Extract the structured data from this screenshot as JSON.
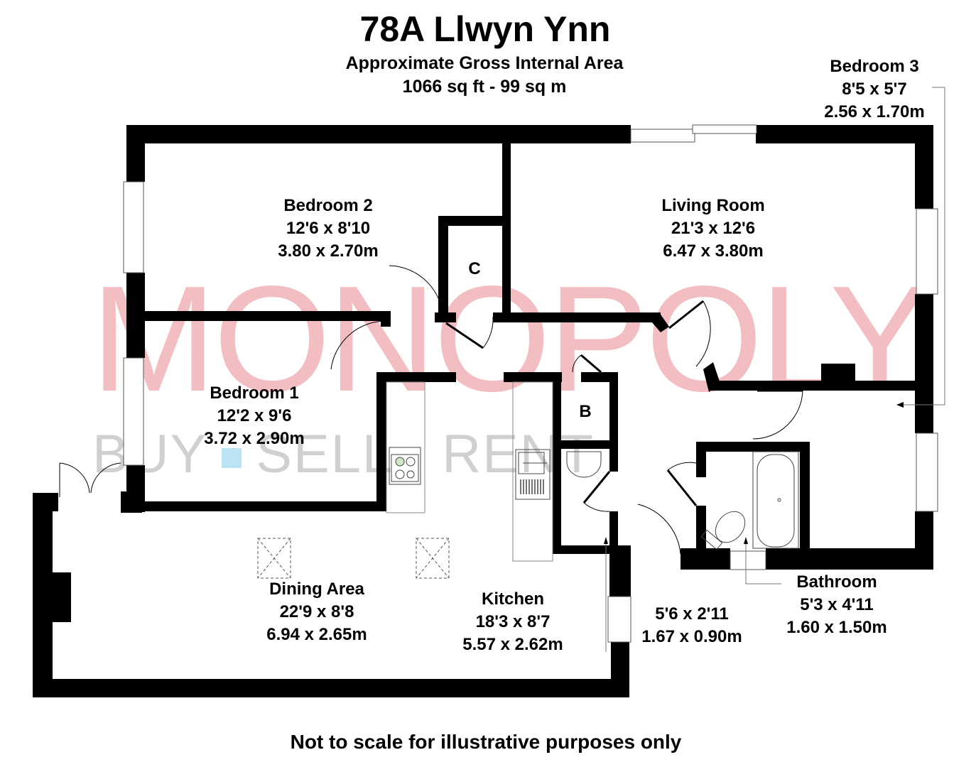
{
  "header": {
    "title": "78A Llwyn Ynn",
    "subtitle": "Approximate Gross Internal Area",
    "area": "1066 sq ft - 99 sq m"
  },
  "watermark": {
    "brand": "MONOPOLY",
    "tagline_words": [
      "BUY",
      "SELL",
      "RENT"
    ],
    "brand_color": "#f2b8bc",
    "tagline_color": "#c8c8c8",
    "square_color": "#aee0f3"
  },
  "rooms": {
    "bedroom3": {
      "name": "Bedroom 3",
      "imperial": "8'5 x 5'7",
      "metric": "2.56 x 1.70m"
    },
    "bedroom2": {
      "name": "Bedroom 2",
      "imperial": "12'6 x 8'10",
      "metric": "3.80 x 2.70m"
    },
    "living": {
      "name": "Living Room",
      "imperial": "21'3 x 12'6",
      "metric": "6.47 x 3.80m"
    },
    "cupboard_c": {
      "name": "C"
    },
    "cupboard_b": {
      "name": "B"
    },
    "bedroom1": {
      "name": "Bedroom 1",
      "imperial": "12'2 x 9'6",
      "metric": "3.72 x 2.90m"
    },
    "dining": {
      "name": "Dining Area",
      "imperial": "22'9 x 8'8",
      "metric": "6.94 x 2.65m"
    },
    "kitchen": {
      "name": "Kitchen",
      "imperial": "18'3 x 8'7",
      "metric": "5.57 x 2.62m"
    },
    "wc": {
      "imperial": "5'6 x 2'11",
      "metric": "1.67 x 0.90m"
    },
    "bathroom": {
      "name": "Bathroom",
      "imperial": "5'3 x 4'11",
      "metric": "1.60 x 1.50m"
    }
  },
  "footer": {
    "disclaimer": "Not to scale for illustrative purposes only"
  }
}
